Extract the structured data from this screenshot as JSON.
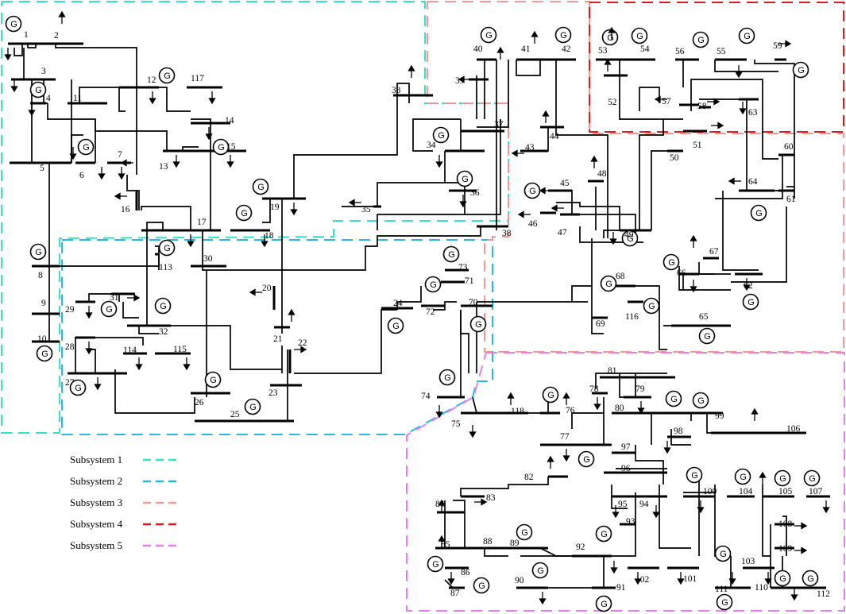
{
  "gen_glyph": "G",
  "colors": {
    "s1": "#2ee6c7",
    "s2": "#27b8e8",
    "s3": "#f29a9a",
    "s4": "#e01a1a",
    "s5": "#e47ff0"
  },
  "legend": [
    {
      "label": "Subsystem 1",
      "color": "#2ee6c7"
    },
    {
      "label": "Subsystem 2",
      "color": "#27b8e8"
    },
    {
      "label": "Subsystem 3",
      "color": "#f29a9a"
    },
    {
      "label": "Subsystem 4",
      "color": "#e01a1a"
    },
    {
      "label": "Subsystem 5",
      "color": "#e47ff0"
    }
  ],
  "buses": [
    {
      "id": "1",
      "label": "1"
    },
    {
      "id": "2",
      "label": "2"
    },
    {
      "id": "3",
      "label": "3"
    },
    {
      "id": "4",
      "label": "4"
    },
    {
      "id": "5",
      "label": "5"
    },
    {
      "id": "6",
      "label": "6"
    },
    {
      "id": "7",
      "label": "7"
    },
    {
      "id": "8",
      "label": "8"
    },
    {
      "id": "9",
      "label": "9"
    },
    {
      "id": "10",
      "label": "10"
    },
    {
      "id": "11",
      "label": "11"
    },
    {
      "id": "12",
      "label": "12"
    },
    {
      "id": "13",
      "label": "13"
    },
    {
      "id": "14",
      "label": "14"
    },
    {
      "id": "15",
      "label": "15"
    },
    {
      "id": "16",
      "label": "16"
    },
    {
      "id": "17",
      "label": "17"
    },
    {
      "id": "18",
      "label": "18"
    },
    {
      "id": "19",
      "label": "19"
    },
    {
      "id": "20",
      "label": "20"
    },
    {
      "id": "21",
      "label": "21"
    },
    {
      "id": "22",
      "label": "22"
    },
    {
      "id": "23",
      "label": "23"
    },
    {
      "id": "24",
      "label": "24"
    },
    {
      "id": "25",
      "label": "25"
    },
    {
      "id": "26",
      "label": "26"
    },
    {
      "id": "27",
      "label": "27"
    },
    {
      "id": "28",
      "label": "28"
    },
    {
      "id": "29",
      "label": "29"
    },
    {
      "id": "30",
      "label": "30"
    },
    {
      "id": "31",
      "label": "31"
    },
    {
      "id": "32",
      "label": "32"
    },
    {
      "id": "33",
      "label": "33"
    },
    {
      "id": "34",
      "label": "34"
    },
    {
      "id": "35",
      "label": "35"
    },
    {
      "id": "36",
      "label": "36"
    },
    {
      "id": "37",
      "label": "37"
    },
    {
      "id": "38",
      "label": "38"
    },
    {
      "id": "39",
      "label": "39"
    },
    {
      "id": "40",
      "label": "40"
    },
    {
      "id": "41",
      "label": "41"
    },
    {
      "id": "42",
      "label": "42"
    },
    {
      "id": "43",
      "label": "43"
    },
    {
      "id": "44",
      "label": "44"
    },
    {
      "id": "45",
      "label": "45"
    },
    {
      "id": "46",
      "label": "46"
    },
    {
      "id": "47",
      "label": "47"
    },
    {
      "id": "48",
      "label": "48"
    },
    {
      "id": "49",
      "label": "49"
    },
    {
      "id": "50",
      "label": "50"
    },
    {
      "id": "51",
      "label": "51"
    },
    {
      "id": "52",
      "label": "52"
    },
    {
      "id": "53",
      "label": "53"
    },
    {
      "id": "54",
      "label": "54"
    },
    {
      "id": "55",
      "label": "55"
    },
    {
      "id": "56",
      "label": "56"
    },
    {
      "id": "57",
      "label": "57"
    },
    {
      "id": "58",
      "label": "58"
    },
    {
      "id": "59",
      "label": "59"
    },
    {
      "id": "60",
      "label": "60"
    },
    {
      "id": "61",
      "label": "61"
    },
    {
      "id": "62",
      "label": "62"
    },
    {
      "id": "63",
      "label": "63"
    },
    {
      "id": "64",
      "label": "64"
    },
    {
      "id": "65",
      "label": "65"
    },
    {
      "id": "66",
      "label": "66"
    },
    {
      "id": "67",
      "label": "67"
    },
    {
      "id": "68",
      "label": "68"
    },
    {
      "id": "69",
      "label": "69"
    },
    {
      "id": "70",
      "label": "70"
    },
    {
      "id": "71",
      "label": "71"
    },
    {
      "id": "72",
      "label": "72"
    },
    {
      "id": "73",
      "label": "73"
    },
    {
      "id": "74",
      "label": "74"
    },
    {
      "id": "75",
      "label": "75"
    },
    {
      "id": "76",
      "label": "76"
    },
    {
      "id": "77",
      "label": "77"
    },
    {
      "id": "78",
      "label": "78"
    },
    {
      "id": "79",
      "label": "79"
    },
    {
      "id": "80",
      "label": "80"
    },
    {
      "id": "81",
      "label": "81"
    },
    {
      "id": "82",
      "label": "82"
    },
    {
      "id": "83",
      "label": "83"
    },
    {
      "id": "84",
      "label": "84"
    },
    {
      "id": "85",
      "label": "85"
    },
    {
      "id": "86",
      "label": "86"
    },
    {
      "id": "87",
      "label": "87"
    },
    {
      "id": "88",
      "label": "88"
    },
    {
      "id": "89",
      "label": "89"
    },
    {
      "id": "90",
      "label": "90"
    },
    {
      "id": "91",
      "label": "91"
    },
    {
      "id": "92",
      "label": "92"
    },
    {
      "id": "93",
      "label": "93"
    },
    {
      "id": "94",
      "label": "94"
    },
    {
      "id": "95",
      "label": "95"
    },
    {
      "id": "96",
      "label": "96"
    },
    {
      "id": "97",
      "label": "97"
    },
    {
      "id": "98",
      "label": "98"
    },
    {
      "id": "99",
      "label": "99"
    },
    {
      "id": "100",
      "label": "100"
    },
    {
      "id": "101",
      "label": "101"
    },
    {
      "id": "102",
      "label": "102"
    },
    {
      "id": "103",
      "label": "103"
    },
    {
      "id": "104",
      "label": "104"
    },
    {
      "id": "105",
      "label": "105"
    },
    {
      "id": "106",
      "label": "106"
    },
    {
      "id": "107",
      "label": "107"
    },
    {
      "id": "108",
      "label": "108"
    },
    {
      "id": "109",
      "label": "109"
    },
    {
      "id": "110",
      "label": "110"
    },
    {
      "id": "111",
      "label": "111"
    },
    {
      "id": "112",
      "label": "112"
    },
    {
      "id": "113",
      "label": "113"
    },
    {
      "id": "114",
      "label": "114"
    },
    {
      "id": "115",
      "label": "115"
    },
    {
      "id": "116",
      "label": "116"
    },
    {
      "id": "117",
      "label": "117"
    },
    {
      "id": "118",
      "label": "118"
    }
  ]
}
